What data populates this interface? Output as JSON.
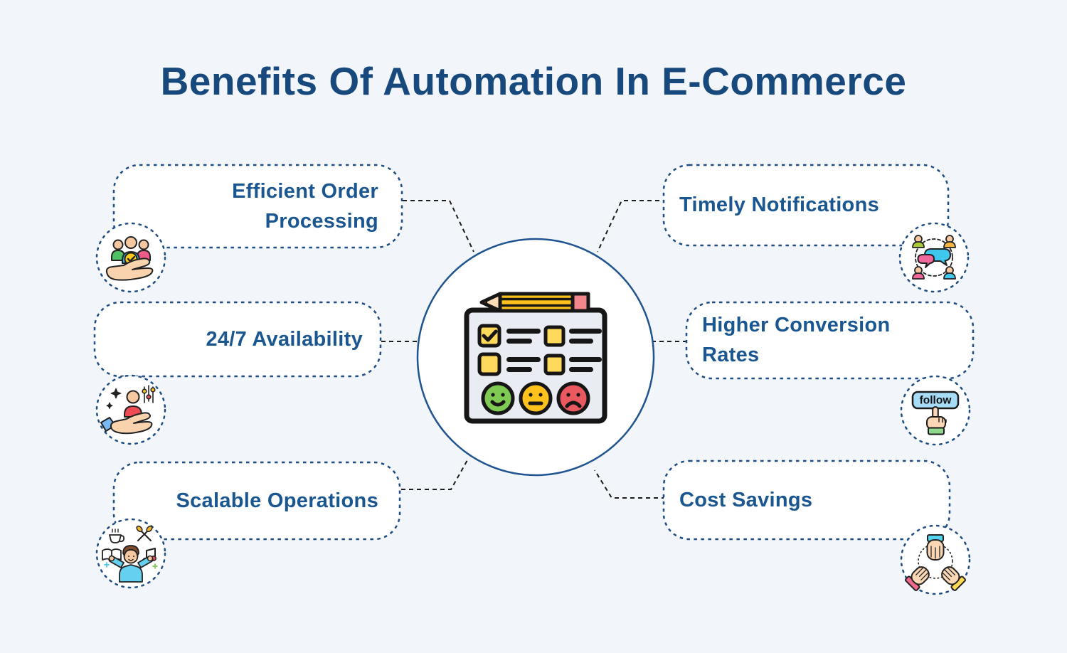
{
  "title": "Benefits Of Automation In E-Commerce",
  "benefits": [
    {
      "position": "top-left",
      "label": "Efficient Order Processing",
      "icon": "hand-holding-customers-icon"
    },
    {
      "position": "middle-left",
      "label": "24/7 Availability",
      "icon": "hand-holding-person-controls-icon"
    },
    {
      "position": "bottom-left",
      "label": "Scalable Operations",
      "icon": "multitasking-person-icon"
    },
    {
      "position": "top-right",
      "label": "Timely Notifications",
      "icon": "group-chat-icon"
    },
    {
      "position": "middle-right",
      "label": "Higher Conversion Rates",
      "icon": "follow-button-click-icon",
      "icon_text": "follow"
    },
    {
      "position": "bottom-right",
      "label": "Cost Savings",
      "icon": "hands-stacked-teamwork-icon"
    }
  ],
  "center": {
    "icon": "customer-feedback-survey-icon"
  },
  "colors": {
    "background": "#f2f5f9",
    "title_text": "#17497d",
    "label_text": "#1a5690",
    "box_border": "#1d4d82",
    "center_circle_border": "#1f5490",
    "connector": "#1c1c1c",
    "survey_yellow": "#ffd95c",
    "happy_green": "#7fca52",
    "neutral_yellow": "#ffc21c",
    "sad_red": "#ea5860"
  }
}
